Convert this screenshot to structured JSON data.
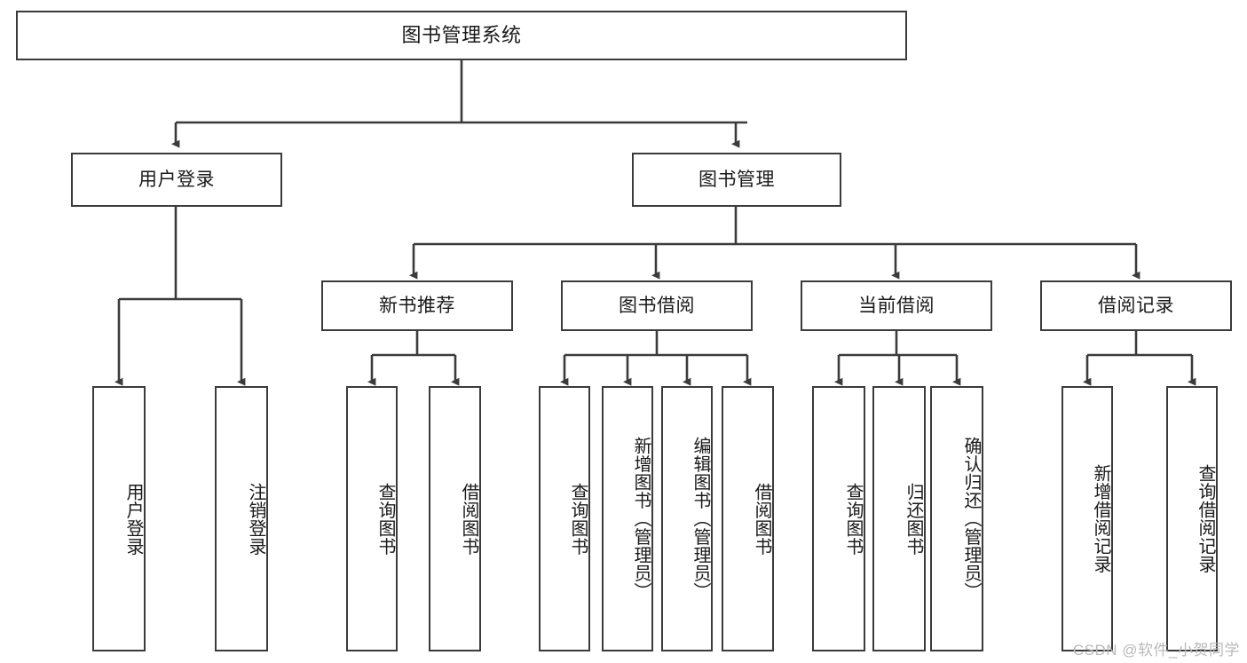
{
  "diagram": {
    "type": "tree",
    "title": "图书管理系统",
    "watermark": "CSDN @软件_小贺同学",
    "colors": {
      "border": "#3b3b3b",
      "background": "#ffffff",
      "text": "#1a1a1a",
      "connector": "#3b3b3b",
      "watermark": "#b9b9b9"
    },
    "nodes": [
      {
        "id": "root",
        "label": "图书管理系统",
        "level": 0,
        "orientation": "horizontal"
      },
      {
        "id": "login",
        "label": "用户登录",
        "level": 1,
        "orientation": "horizontal"
      },
      {
        "id": "bookmgmt",
        "label": "图书管理",
        "level": 1,
        "orientation": "horizontal"
      },
      {
        "id": "newbooks",
        "label": "新书推荐",
        "level": 2,
        "orientation": "horizontal"
      },
      {
        "id": "borrow",
        "label": "图书借阅",
        "level": 2,
        "orientation": "horizontal"
      },
      {
        "id": "current",
        "label": "当前借阅",
        "level": 2,
        "orientation": "horizontal"
      },
      {
        "id": "records",
        "label": "借阅记录",
        "level": 2,
        "orientation": "horizontal"
      },
      {
        "id": "leaf1",
        "label": "用户登录",
        "level": 3,
        "orientation": "vertical"
      },
      {
        "id": "leaf2",
        "label": "注销登录",
        "level": 3,
        "orientation": "vertical"
      },
      {
        "id": "leaf3",
        "label": "查询图书",
        "level": 3,
        "orientation": "vertical"
      },
      {
        "id": "leaf4",
        "label": "借阅图书",
        "level": 3,
        "orientation": "vertical"
      },
      {
        "id": "leaf5",
        "label": "查询图书",
        "level": 3,
        "orientation": "vertical"
      },
      {
        "id": "leaf6",
        "label": "新增图书（管理员）",
        "level": 3,
        "orientation": "vertical"
      },
      {
        "id": "leaf7",
        "label": "编辑图书（管理员）",
        "level": 3,
        "orientation": "vertical"
      },
      {
        "id": "leaf8",
        "label": "借阅图书",
        "level": 3,
        "orientation": "vertical"
      },
      {
        "id": "leaf9",
        "label": "查询图书",
        "level": 3,
        "orientation": "vertical"
      },
      {
        "id": "leaf10",
        "label": "归还图书",
        "level": 3,
        "orientation": "vertical"
      },
      {
        "id": "leaf11",
        "label": "确认归还（管理员）",
        "level": 3,
        "orientation": "vertical"
      },
      {
        "id": "leaf12",
        "label": "新增借阅记录",
        "level": 3,
        "orientation": "vertical"
      },
      {
        "id": "leaf13",
        "label": "查询借阅记录",
        "level": 3,
        "orientation": "vertical"
      }
    ],
    "edges": [
      {
        "from": "root",
        "to": "login"
      },
      {
        "from": "root",
        "to": "bookmgmt"
      },
      {
        "from": "login",
        "to": "leaf1"
      },
      {
        "from": "login",
        "to": "leaf2"
      },
      {
        "from": "bookmgmt",
        "to": "newbooks"
      },
      {
        "from": "bookmgmt",
        "to": "borrow"
      },
      {
        "from": "bookmgmt",
        "to": "current"
      },
      {
        "from": "bookmgmt",
        "to": "records"
      },
      {
        "from": "newbooks",
        "to": "leaf3"
      },
      {
        "from": "newbooks",
        "to": "leaf4"
      },
      {
        "from": "borrow",
        "to": "leaf5"
      },
      {
        "from": "borrow",
        "to": "leaf6"
      },
      {
        "from": "borrow",
        "to": "leaf7"
      },
      {
        "from": "borrow",
        "to": "leaf8"
      },
      {
        "from": "current",
        "to": "leaf9"
      },
      {
        "from": "current",
        "to": "leaf10"
      },
      {
        "from": "current",
        "to": "leaf11"
      },
      {
        "from": "records",
        "to": "leaf12"
      },
      {
        "from": "records",
        "to": "leaf13"
      }
    ]
  }
}
